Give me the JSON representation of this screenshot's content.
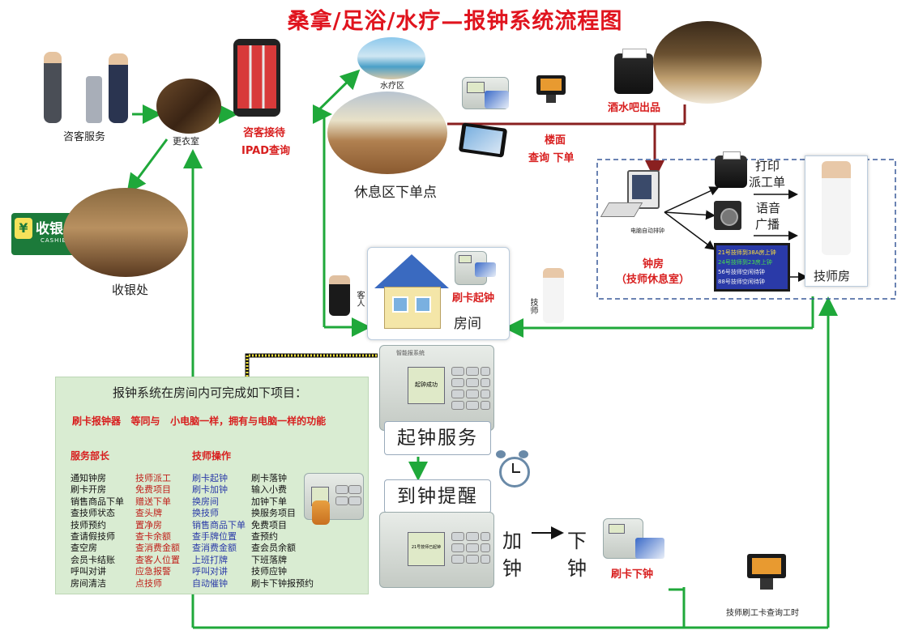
{
  "title": "桑拿/足浴/水疗—报钟系统流程图",
  "nodes": {
    "consult": "咨客服务",
    "changing": "更衣室",
    "reception": "咨客接待",
    "ipad": "IPAD查询",
    "spa": "水疗区",
    "lounge": "休息区下单点",
    "bar": "酒水吧出品",
    "floor": "楼面",
    "floor_query": "查询  下单",
    "cashier_sign": "收银台",
    "cashier_sign_en": "CASHIER",
    "cashier_yen": "¥",
    "cashier": "收银处",
    "print1": "打印",
    "print2": "派工单",
    "voice1": "语音",
    "voice2": "广播",
    "computer": "电脑自动排钟",
    "clock_room": "钟房",
    "clock_room_sub": "（技师休息室）",
    "tech_room": "技师房",
    "guest": "客人",
    "tech": "技师",
    "swipe_start": "刷卡起钟",
    "room": "房间",
    "start_service": "起钟服务",
    "reminder": "到钟提醒",
    "add1": "加",
    "add2": "钟",
    "off1": "下",
    "off2": "钟",
    "swipe_end": "刷卡下钟",
    "query_hours": "技师刷工卡查询工时"
  },
  "screen_lines": [
    "21号技师到38A房上钟",
    "24号技师到23房上钟",
    "56号技师空闲待钟",
    "88号技师空闲待钟"
  ],
  "device_text": {
    "brand": "智能报系统",
    "status": "起钟成功",
    "display2": "21号技师已起钟"
  },
  "panel": {
    "heading": "报钟系统在房间内可完成如下项目：",
    "highlight": "刷卡报钟器   等同与   小电脑一样，拥有与电脑一样的功能",
    "manager_head": "服务部长",
    "tech_head": "技师操作",
    "manager_col1": [
      "通知钟房",
      "刷卡开房",
      "销售商品下单",
      "查技师状态",
      "技师预约",
      "查请假技师",
      "查空房",
      "会员卡结账",
      "呼叫对讲",
      "房间清洁"
    ],
    "manager_col2": [
      "技师派工",
      "免费项目",
      "赠送下单",
      "查头牌",
      "置净房",
      "查卡余额",
      "查消费金额",
      "查客人位置",
      "应急报警",
      "点技师"
    ],
    "tech_col1": [
      "刷卡起钟",
      "刷卡加钟",
      "换房间",
      "换技师",
      "销售商品下单",
      "查手牌位置",
      "查消费金额",
      "上班打牌",
      "呼叫对讲",
      "自动催钟"
    ],
    "tech_col2": [
      "刷卡落钟",
      "输入小费",
      "加钟下单",
      "换服务项目",
      "免费项目",
      "查预约",
      "查会员余额",
      "下班落牌",
      "技师应钟",
      "刷卡下钟报预约"
    ]
  },
  "colors": {
    "title": "#e0141e",
    "arrow_green": "#1fa83a",
    "arrow_dark_red": "#8a2020",
    "panel_bg": "#d9ecd2",
    "label_red": "#d81e1e",
    "manager_col2": "#c0201a",
    "tech_col1": "#2a3aa8"
  },
  "icons": [
    "clock-icon",
    "printer-icon",
    "speaker-icon",
    "computer-icon",
    "house-icon",
    "pos-terminal-icon",
    "card-reader-icon",
    "alarm-clock-icon"
  ]
}
